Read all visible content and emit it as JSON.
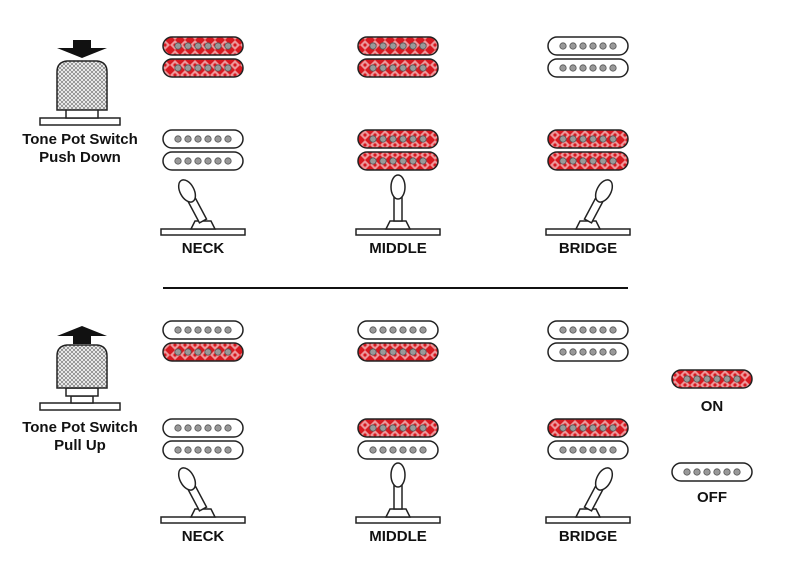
{
  "colors": {
    "on": "#d71920",
    "off": "#ffffff",
    "outline": "#222222",
    "pole": "#999999",
    "line": "#111111"
  },
  "top": {
    "title_line1": "Tone Pot Switch",
    "title_line2": "Push Down",
    "arrow_icon": "arrow-down-icon",
    "positions": [
      {
        "label": "NECK",
        "rows": [
          [
            "on",
            "on"
          ],
          [
            "off",
            "off"
          ]
        ],
        "lever": "left"
      },
      {
        "label": "MIDDLE",
        "rows": [
          [
            "on",
            "on"
          ],
          [
            "on",
            "on"
          ]
        ],
        "lever": "center"
      },
      {
        "label": "BRIDGE",
        "rows": [
          [
            "off",
            "off"
          ],
          [
            "on",
            "on"
          ]
        ],
        "lever": "right"
      }
    ]
  },
  "bottom": {
    "title_line1": "Tone Pot Switch",
    "title_line2": "Pull Up",
    "arrow_icon": "arrow-up-icon",
    "positions": [
      {
        "label": "NECK",
        "rows": [
          [
            "off",
            "on"
          ],
          [
            "off",
            "off"
          ]
        ],
        "lever": "left"
      },
      {
        "label": "MIDDLE",
        "rows": [
          [
            "off",
            "on"
          ],
          [
            "on",
            "off"
          ]
        ],
        "lever": "center"
      },
      {
        "label": "BRIDGE",
        "rows": [
          [
            "off",
            "off"
          ],
          [
            "on",
            "off"
          ]
        ],
        "lever": "right"
      }
    ]
  },
  "legend": {
    "on_label": "ON",
    "off_label": "OFF"
  }
}
